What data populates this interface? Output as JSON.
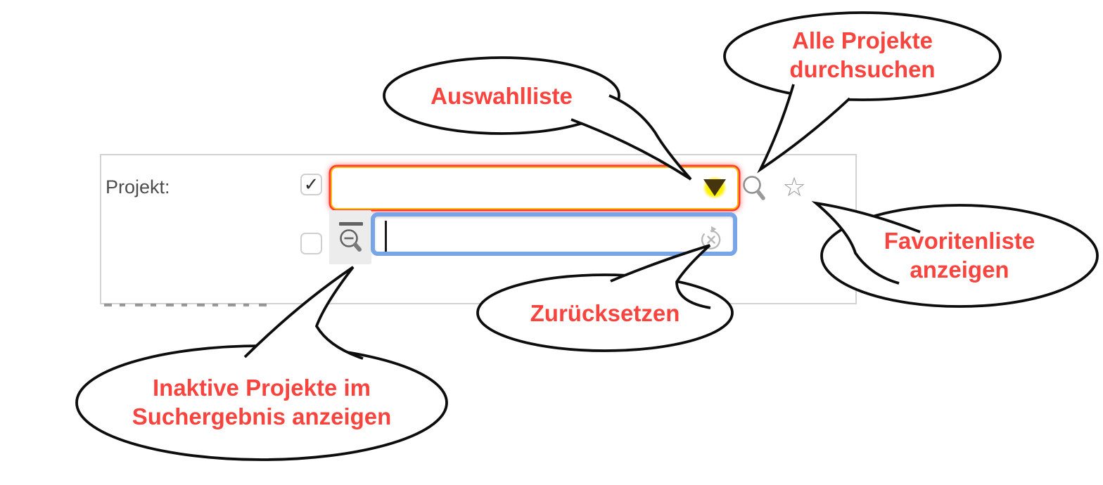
{
  "callouts": {
    "auswahlliste": {
      "label": "Auswahlliste"
    },
    "alle_projekte": {
      "label": "Alle Projekte\ndurchsuchen"
    },
    "favoritenliste": {
      "label": "Favoritenliste\nanzeigen"
    },
    "zuruecksetzen": {
      "label": "Zurücksetzen"
    },
    "inaktive_projekte": {
      "label": "Inaktive Projekte im\nSuchergebnis anzeigen"
    }
  },
  "form": {
    "project_label": "Projekt:",
    "project_checkbox": {
      "checked": true,
      "glyph": "✓"
    },
    "inactive_checkbox": {
      "checked": false
    },
    "dropdown": {
      "value": ""
    },
    "search": {
      "value": "",
      "placeholder": ""
    },
    "star_glyph": "☆"
  },
  "colors": {
    "annotation_red": "#f8443f",
    "bubble_stroke": "#0d0d0d",
    "dropdown_border_yellow": "#ffb913",
    "dropdown_glow_red": "#ff3b30",
    "triangle_glow_yellow": "#fff200",
    "triangle_fill": "#46340e",
    "search_border_blue": "#78a4e8",
    "panel_border": "#d2d2d2",
    "label_gray": "#4c4c4c",
    "icon_gray": "#8f8f8f"
  }
}
